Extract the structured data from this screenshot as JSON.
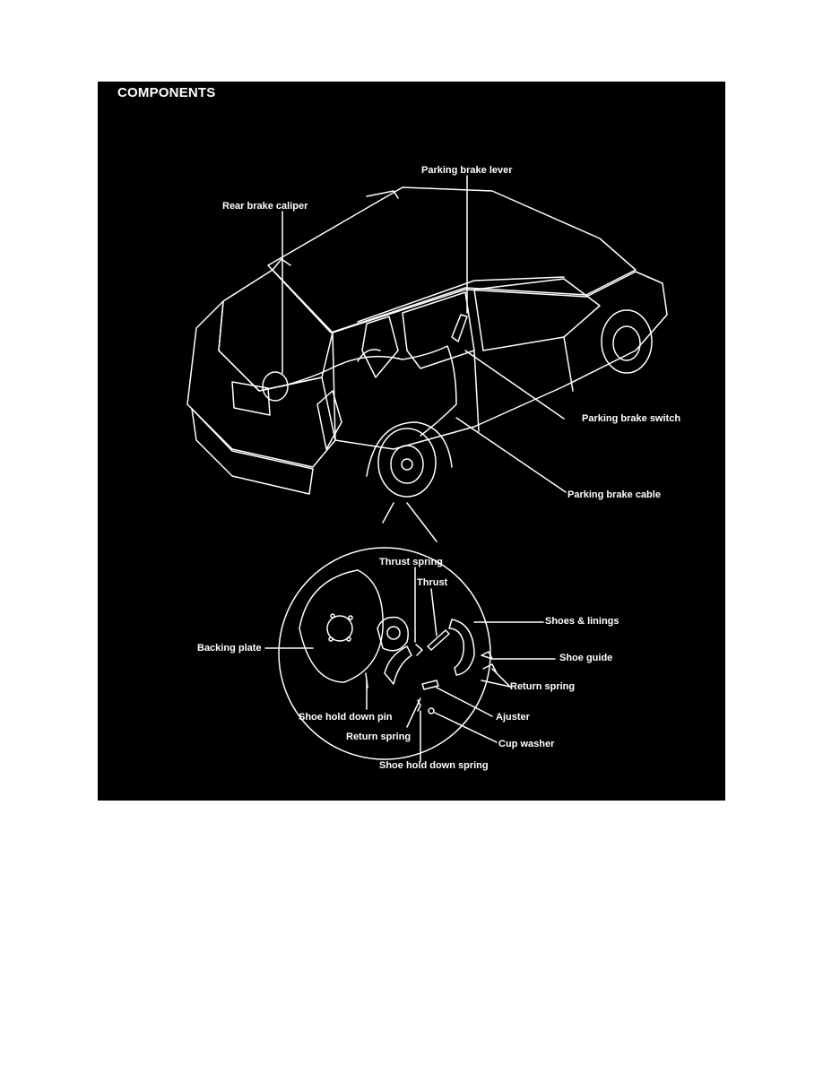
{
  "page": {
    "background": "#ffffff",
    "panel_background": "#000000",
    "line_color": "#ffffff"
  },
  "diagram": {
    "title": "COMPONENTS",
    "labels": {
      "parking_brake_lever": "Parking brake lever",
      "rear_brake_caliper": "Rear brake caliper",
      "parking_brake_switch": "Parking brake switch",
      "parking_brake_cable": "Parking brake cable",
      "thrust_spring": "Thrust spring",
      "thrust": "Thrust",
      "shoes_linings": "Shoes & linings",
      "backing_plate": "Backing plate",
      "shoe_guide": "Shoe guide",
      "return_spring_right": "Return spring",
      "shoe_hold_down_pin": "Shoe hold down pin",
      "ajuster": "Ajuster",
      "return_spring_bottom": "Return spring",
      "cup_washer": "Cup washer",
      "shoe_hold_down_spring": "Shoe hold down spring"
    }
  }
}
